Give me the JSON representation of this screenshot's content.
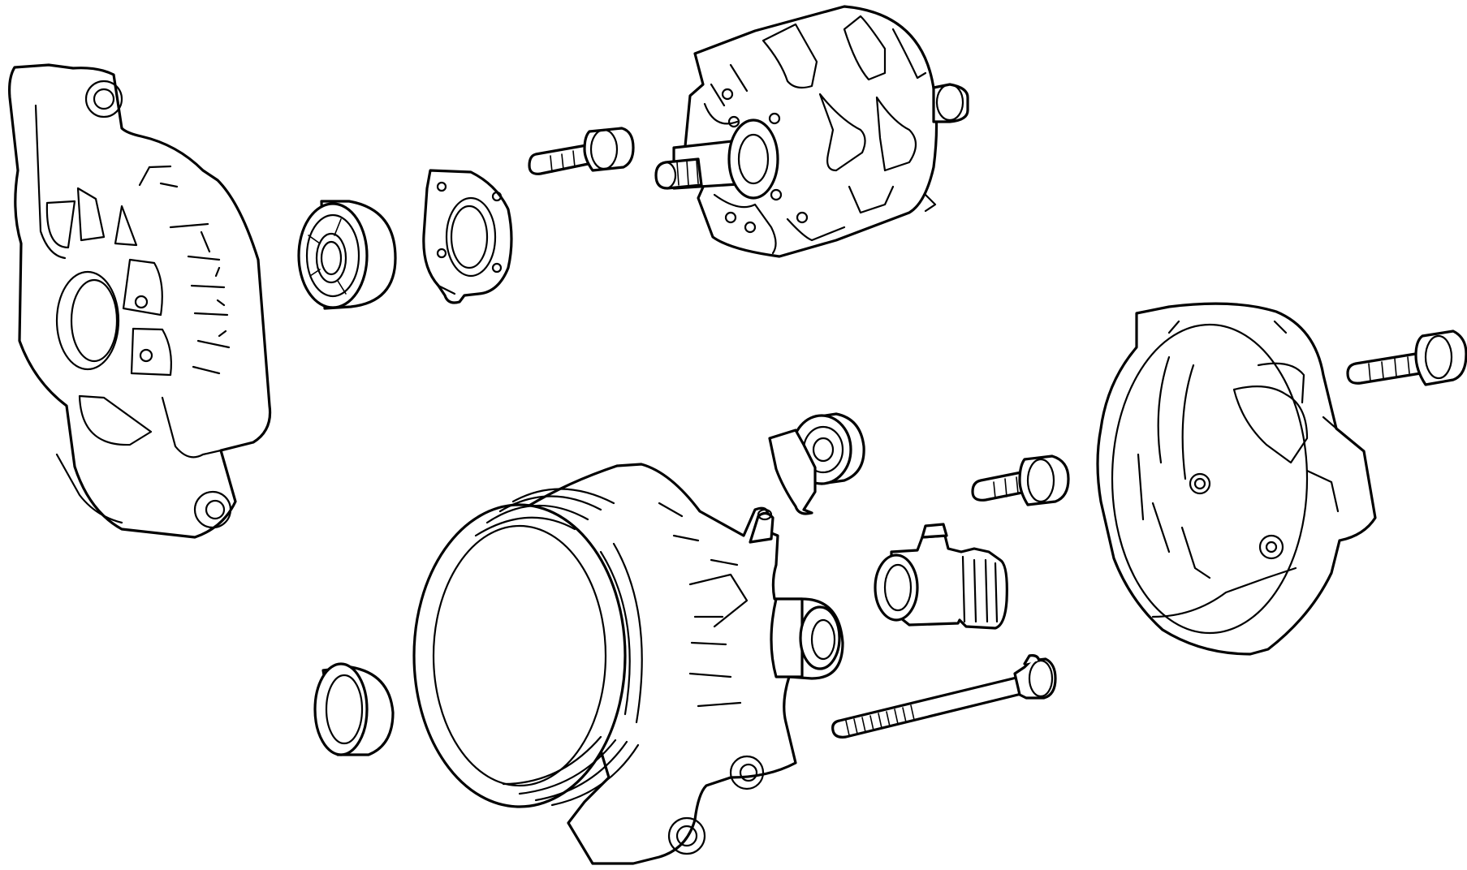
{
  "diagram": {
    "kind": "exploded-parts-view",
    "background_color": "#ffffff",
    "line_color": "#000000",
    "components": [
      {
        "id": "rear-housing",
        "icon": "alternator-rear-housing"
      },
      {
        "id": "rear-bearing",
        "icon": "ball-bearing"
      },
      {
        "id": "bearing-retainer-plate",
        "icon": "retainer-plate"
      },
      {
        "id": "rotor-screw",
        "icon": "flange-bolt"
      },
      {
        "id": "rotor",
        "icon": "claw-pole-rotor"
      },
      {
        "id": "front-bearing",
        "icon": "ball-bearing"
      },
      {
        "id": "front-housing-with-pulley",
        "icon": "alternator-front-housing"
      },
      {
        "id": "terminal-insulator",
        "icon": "terminal-insulator"
      },
      {
        "id": "voltage-regulator",
        "icon": "regulator-connector"
      },
      {
        "id": "regulator-screw",
        "icon": "flange-bolt"
      },
      {
        "id": "rear-cover",
        "icon": "rear-cover"
      },
      {
        "id": "cover-bolt",
        "icon": "flange-bolt"
      },
      {
        "id": "through-bolt",
        "icon": "long-through-bolt"
      },
      {
        "id": "pulley-seal",
        "icon": "seal-ring"
      }
    ]
  }
}
